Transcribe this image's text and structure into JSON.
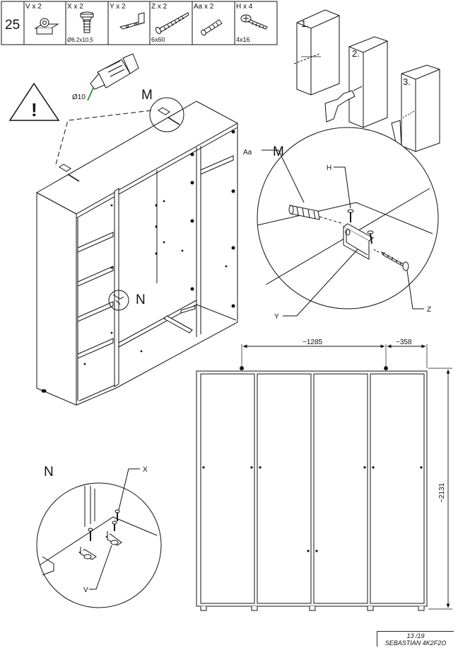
{
  "step_number": "25",
  "parts": [
    {
      "code": "V",
      "qty": "x 2",
      "label_top": "V x 2",
      "sub": ""
    },
    {
      "code": "X",
      "qty": "x 2",
      "label_top": "X x 2",
      "sub": "Ø6.2x10,5"
    },
    {
      "code": "Y",
      "qty": "x 2",
      "label_top": "Y x 2",
      "sub": ""
    },
    {
      "code": "Z",
      "qty": "x 2",
      "label_top": "Z x 2",
      "sub": "6x60"
    },
    {
      "code": "Aa",
      "qty": "x 2",
      "label_top": "Aa x 2",
      "sub": ""
    },
    {
      "code": "H",
      "qty": "x 4",
      "label_top": "H x 4",
      "sub": "4x16"
    }
  ],
  "drill_label": "Ø10",
  "warning_symbol": "!",
  "wall_steps": [
    "1.",
    "2.",
    "3."
  ],
  "callouts": {
    "m": "M",
    "n": "N"
  },
  "detail_m_labels": {
    "aa": "Aa",
    "m": "M",
    "h": "H",
    "y": "Y",
    "z": "Z"
  },
  "detail_n_labels": {
    "n": "N",
    "x": "X",
    "v": "V"
  },
  "dimensions": {
    "width_left": "~1285",
    "width_right": "~358",
    "height": "~2131"
  },
  "footer": {
    "page": "13 /19",
    "model": "SEBASTIAN 4K2F2O"
  }
}
